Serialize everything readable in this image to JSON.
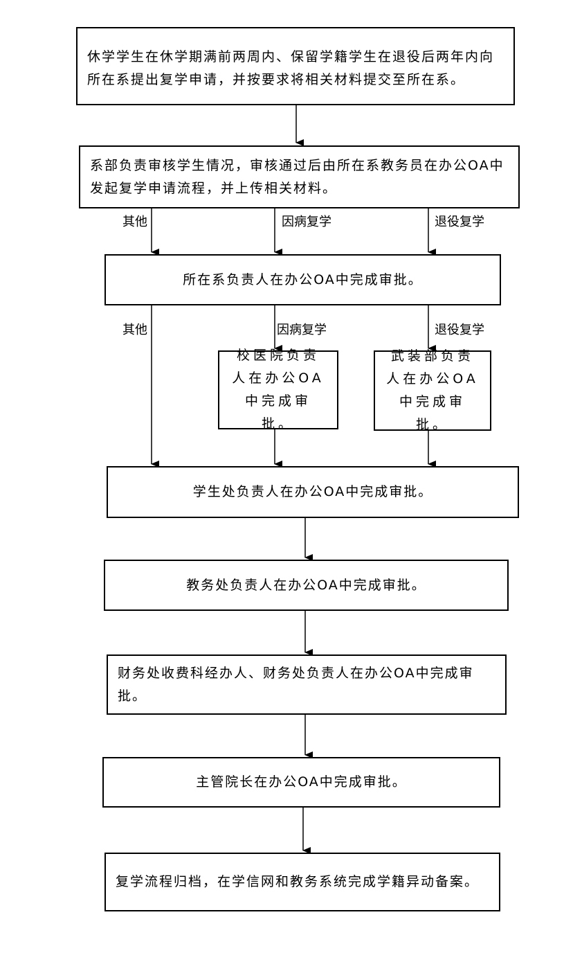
{
  "steps": {
    "apply": "休学学生在休学期满前两周内、保留学籍学生在退役后两年内向所在系提出复学申请，并按要求将相关材料提交至所在系。",
    "dept_review": "系部负责审核学生情况，审核通过后由所在系教务员在办公OA中发起复学申请流程，并上传相关材料。",
    "dept_head": "所在系负责人在办公OA中完成审批。",
    "hospital": "校医院负责人在办公OA中完成审批。",
    "armed": "武装部负责人在办公OA中完成审批。",
    "student_affairs": "学生处负责人在办公OA中完成审批。",
    "academic_affairs": "教务处负责人在办公OA中完成审批。",
    "finance": "财务处收费科经办人、财务处负责人在办公OA中完成审批。",
    "vice_president": "主管院长在办公OA中完成审批。",
    "archive": "复学流程归档，在学信网和教务系统完成学籍异动备案。"
  },
  "labels": {
    "other": "其他",
    "illness": "因病复学",
    "retire": "退役复学"
  }
}
